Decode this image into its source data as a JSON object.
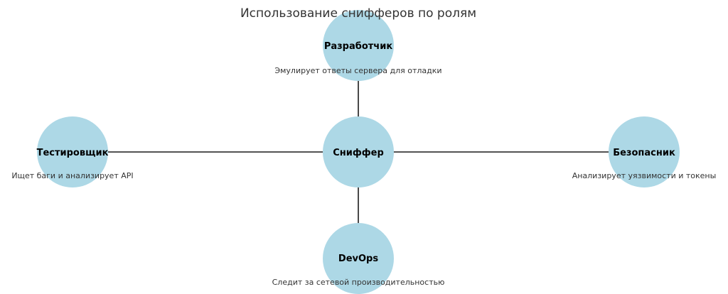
{
  "title": "Использование снифферов по ролям",
  "colors": {
    "node_fill": "#add8e6",
    "edge": "#1a1a1a",
    "label": "#000000",
    "desc": "#333333"
  },
  "center": {
    "label": "Сниффер"
  },
  "roles": {
    "top": {
      "label": "Разработчик",
      "desc": "Эмулирует ответы сервера для отладки"
    },
    "left": {
      "label": "Тестировщик",
      "desc": "Ищет баги и анализирует API"
    },
    "right": {
      "label": "Безопасник",
      "desc": "Анализирует уязвимости и токены"
    },
    "bottom": {
      "label": "DevOps",
      "desc": "Следит за сетевой производительностью"
    }
  }
}
